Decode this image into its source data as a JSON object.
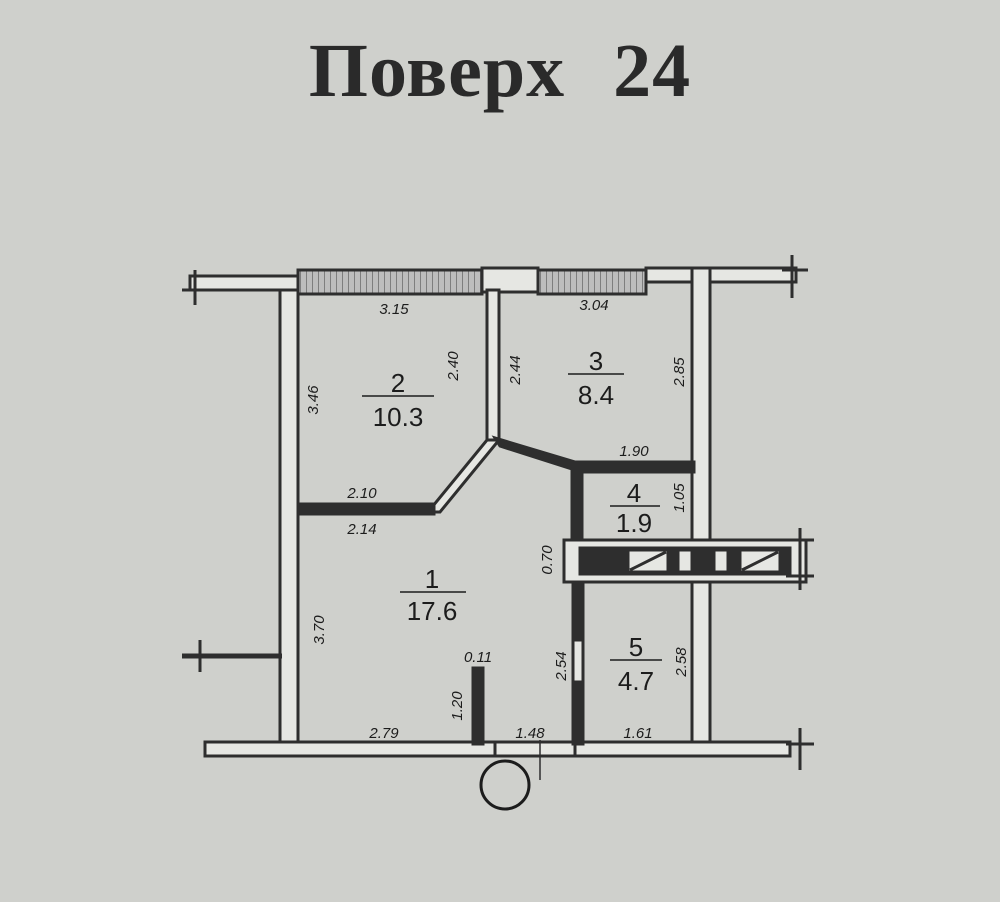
{
  "title": "Поверх 24",
  "rooms": [
    {
      "number": "1",
      "area": "17.6"
    },
    {
      "number": "2",
      "area": "10.3"
    },
    {
      "number": "3",
      "area": "8.4"
    },
    {
      "number": "4",
      "area": "1.9"
    },
    {
      "number": "5",
      "area": "4.7"
    }
  ],
  "dimensions": {
    "d_3_15": "3.15",
    "d_3_04": "3.04",
    "d_3_46": "3.46",
    "d_2_40": "2.40",
    "d_2_44": "2.44",
    "d_2_85": "2.85",
    "d_1_90": "1.90",
    "d_2_10": "2.10",
    "d_2_14": "2.14",
    "d_1_05": "1.05",
    "d_0_70": "0.70",
    "d_3_70": "3.70",
    "d_0_11": "0.11",
    "d_1_20": "1.20",
    "d_2_54": "2.54",
    "d_2_58": "2.58",
    "d_2_79": "2.79",
    "d_1_48": "1.48",
    "d_1_61": "1.61"
  },
  "colors": {
    "background": "#cfd0cc",
    "wall": "#2e2e2e",
    "wall_fill": "#e6e7e3"
  }
}
